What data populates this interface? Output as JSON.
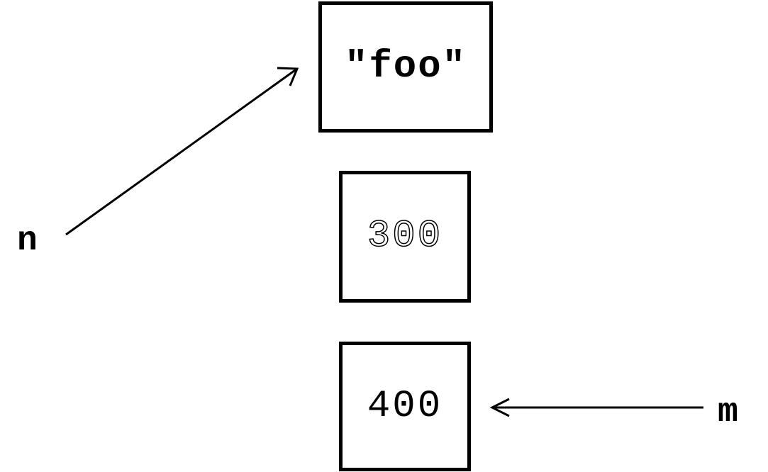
{
  "boxes": {
    "foo": "\"foo\"",
    "three_hundred": "300",
    "four_hundred": "400"
  },
  "variables": {
    "n": "n",
    "m": "m"
  },
  "references": [
    {
      "from": "n",
      "to": "\"foo\""
    },
    {
      "from": "m",
      "to": "400"
    }
  ]
}
